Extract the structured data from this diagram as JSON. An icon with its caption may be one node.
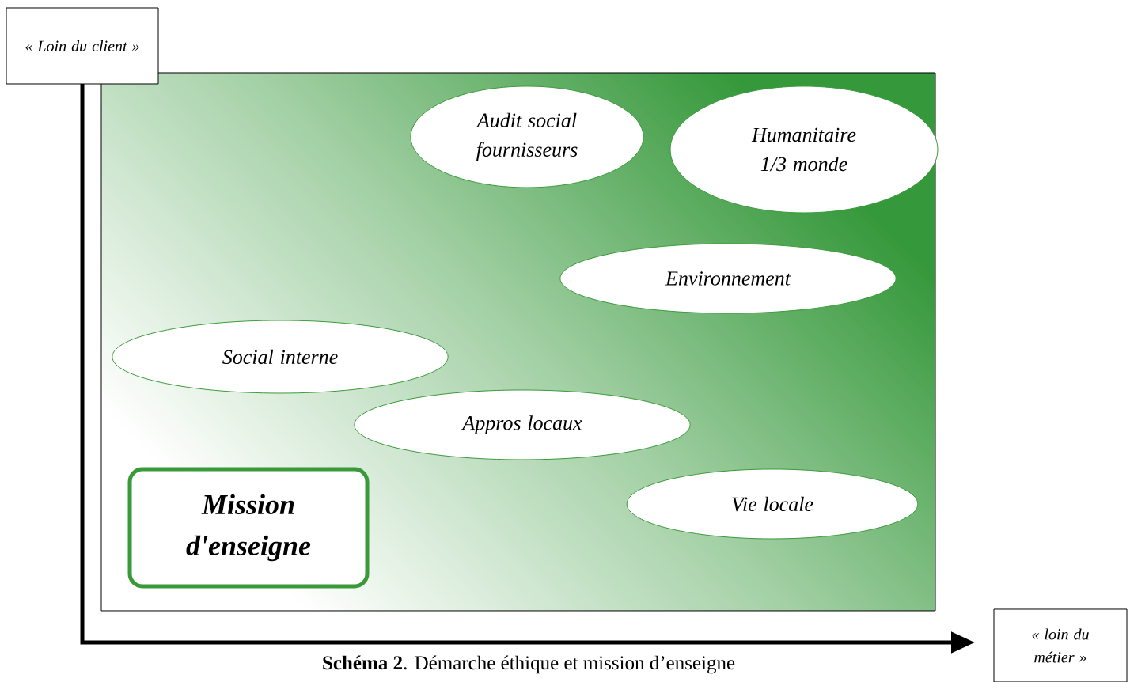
{
  "diagram": {
    "caption": "**Schéma 2**. Démarche éthique et mission d’enseigne",
    "nodes": [
      {
        "text": [
          "« Loin du client »"
        ]
      },
      {
        "text": [
          "Audit social fournisseurs"
        ]
      },
      {
        "text": [
          "Humanitaire 1/3 monde"
        ]
      },
      {
        "text": [
          "Environnement"
        ]
      },
      {
        "text": [
          "Social interne"
        ]
      },
      {
        "text": [
          "Appros locaux"
        ]
      },
      {
        "text": [
          "Mission d'enseigne"
        ]
      },
      {
        "text": [
          "Vie locale"
        ]
      },
      {
        "text": [
          "« loin du métier »"
        ]
      }
    ]
  }
}
